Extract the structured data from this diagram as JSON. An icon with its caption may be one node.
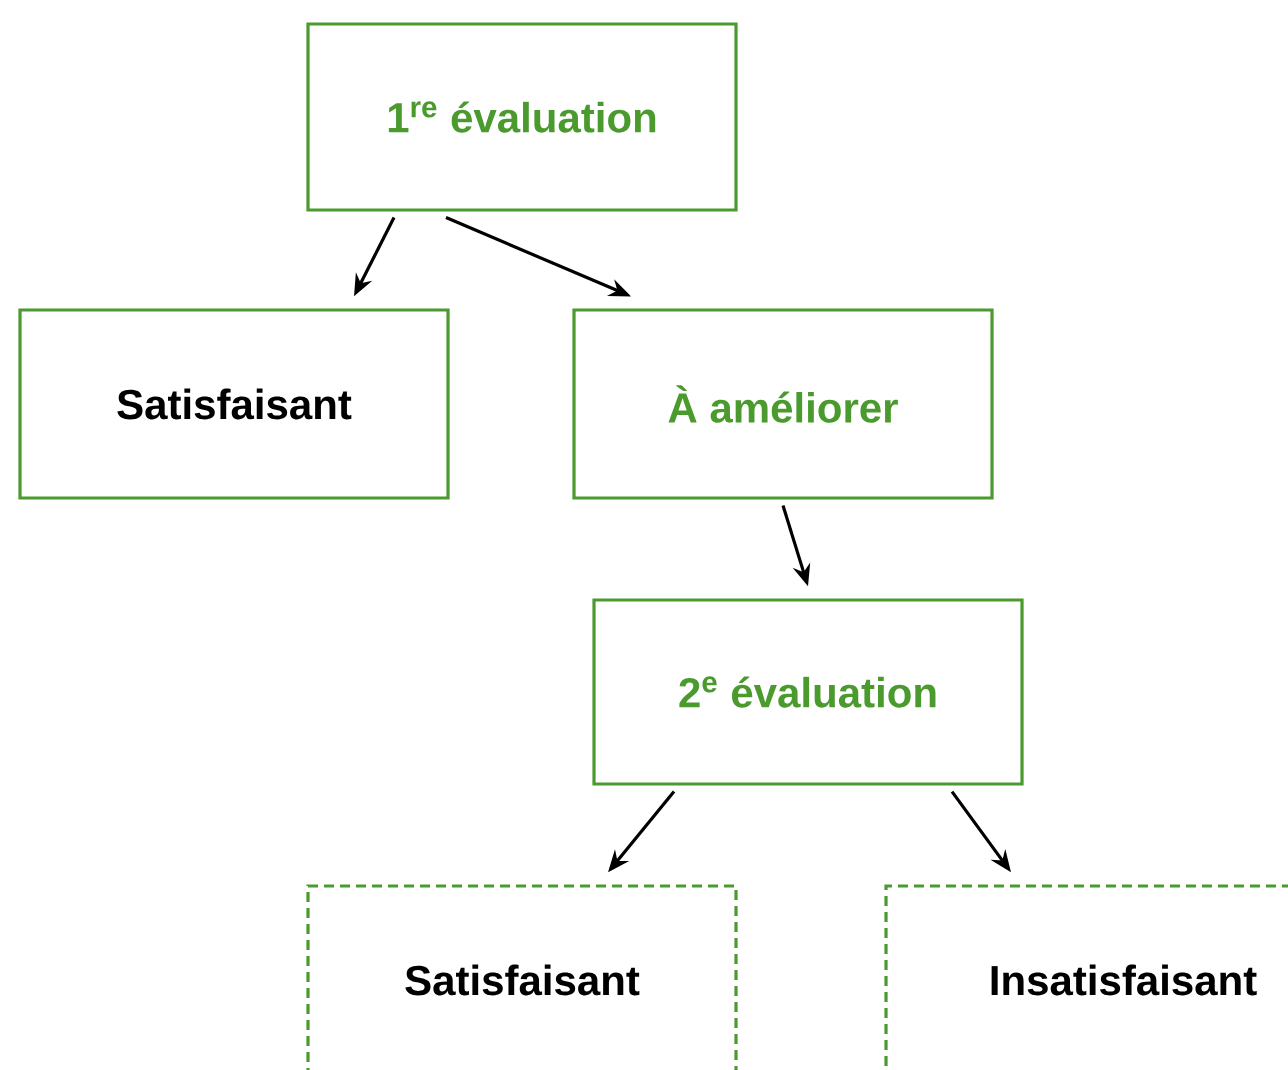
{
  "diagram": {
    "nodes": [
      {
        "text": [
          "1$^{re}$ évaluation"
        ]
      },
      {
        "text": [
          "Satisfaisant"
        ]
      },
      {
        "text": [
          "À améliorer"
        ]
      },
      {
        "text": [
          "2$^{e}$ évaluation"
        ]
      },
      {
        "text": [
          "Satisfaisant"
        ]
      },
      {
        "text": [
          "Insatisfaisant"
        ]
      }
    ],
    "edges": [
      {
        "from": 0,
        "to": 1,
        "arrow": "to"
      },
      {
        "from": 0,
        "to": 2,
        "arrow": "to"
      },
      {
        "from": 2,
        "to": 3,
        "arrow": "to"
      },
      {
        "from": 3,
        "to": 4,
        "arrow": "to"
      },
      {
        "from": 3,
        "to": 5,
        "arrow": "to"
      }
    ]
  }
}
